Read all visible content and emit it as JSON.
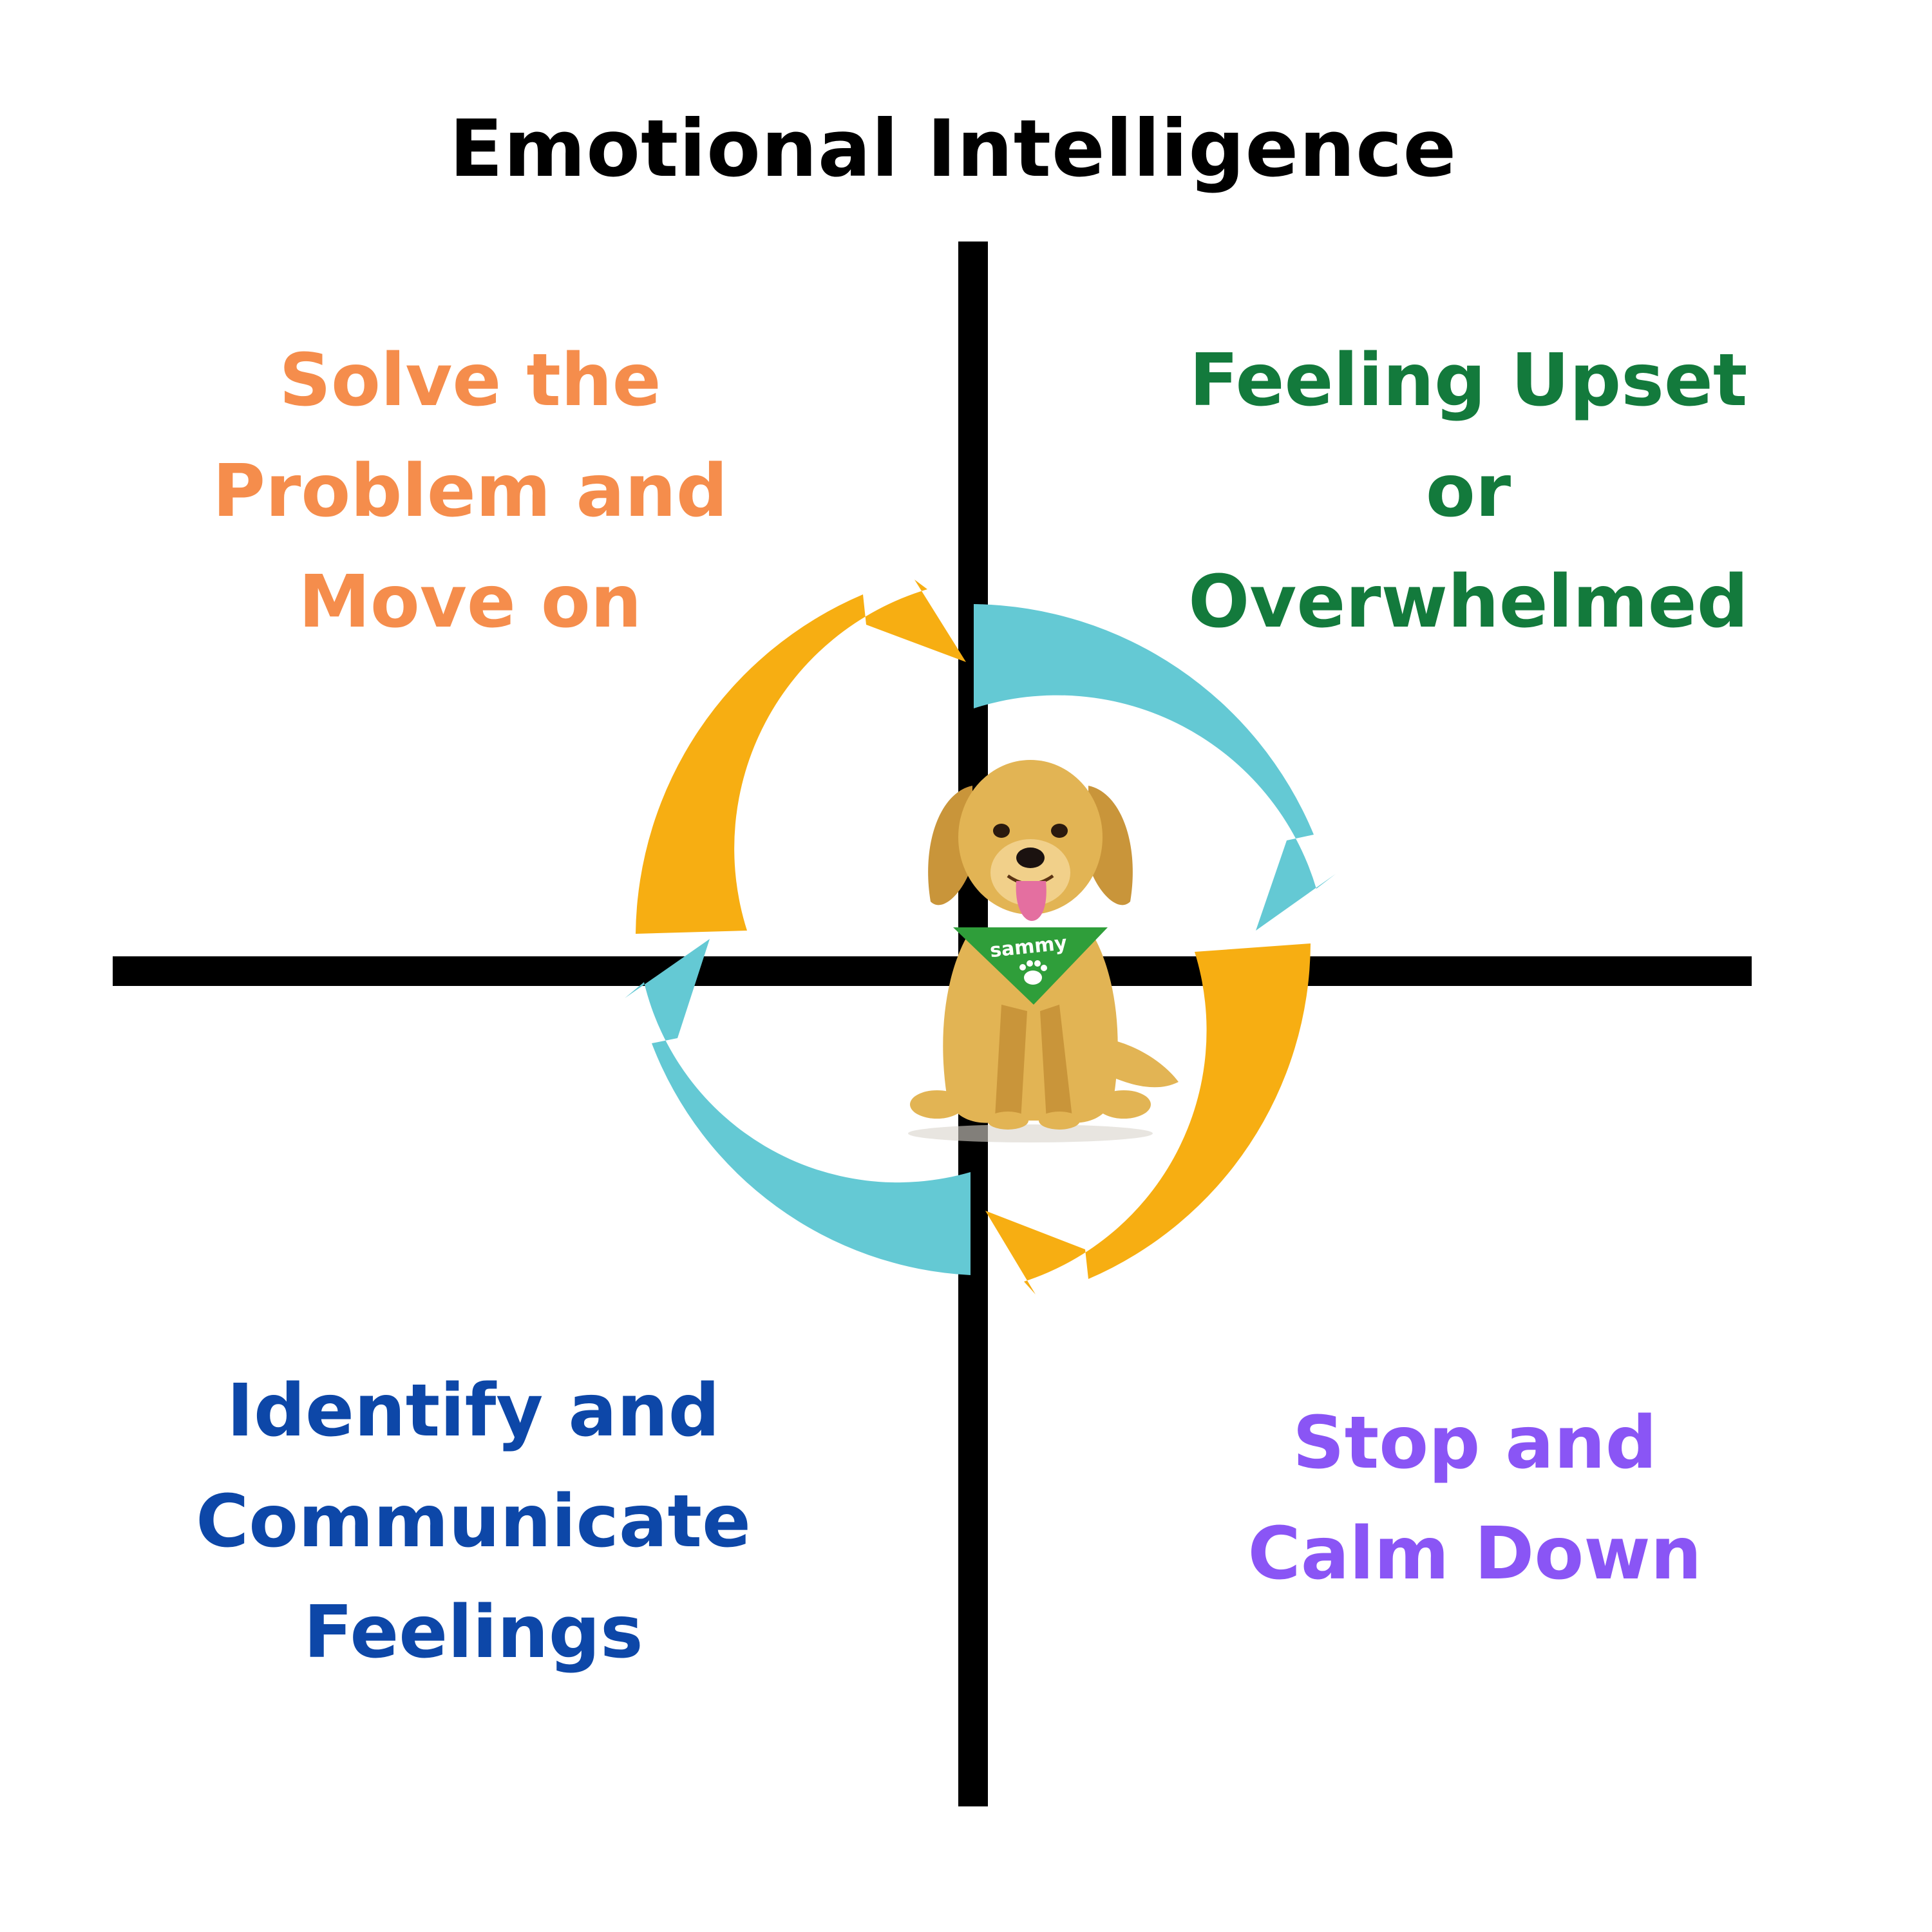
{
  "diagram": {
    "title": "Emotional Intelligence",
    "quadrants": {
      "top_left": {
        "lines": [
          "Solve the",
          "Problem and",
          "Move on"
        ],
        "color": "#F58D4C"
      },
      "top_right": {
        "lines": [
          "Feeling Upset",
          "or",
          "Overwhelmed"
        ],
        "color": "#137A3C"
      },
      "bottom_left": {
        "lines": [
          "Identify and",
          "Communicate",
          "Feelings"
        ],
        "color": "#0D47A8"
      },
      "bottom_right": {
        "lines": [
          "Stop and",
          "Calm Down"
        ],
        "color": "#8A55F5"
      }
    },
    "colors": {
      "axis": "#000000",
      "arrow_teal": "#64C9D4",
      "arrow_gold": "#F7AE12",
      "bandana": "#2F9E3A",
      "dog_fur": "#E2B454"
    },
    "mascot": {
      "bandana_text": "sammy",
      "icon": "paw-print-icon"
    }
  }
}
